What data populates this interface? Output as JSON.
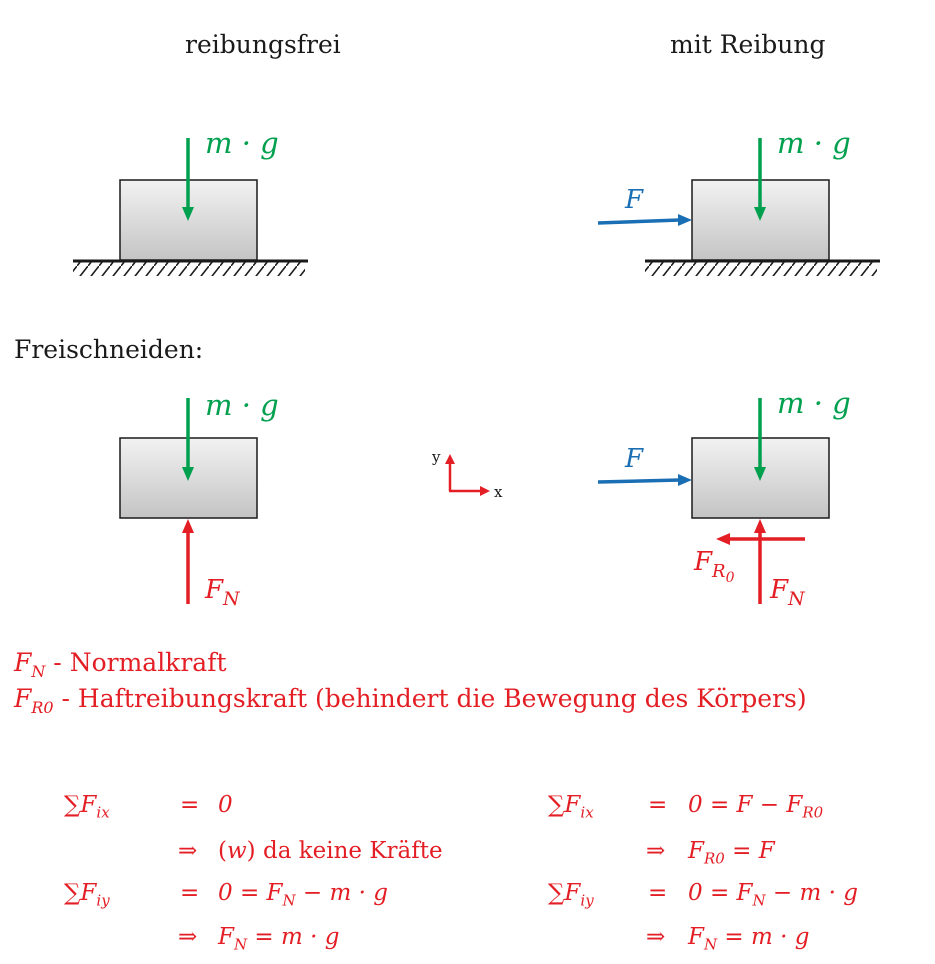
{
  "headings": {
    "left": "reibungsfrei",
    "right": "mit Reibung",
    "freischneiden": "Freischneiden:"
  },
  "labels": {
    "mg": "m · g",
    "F": "F",
    "FN_main": "F",
    "FN_sub": "N",
    "FR_main": "F",
    "FR_sub": "R",
    "FR_subsub": "0",
    "axis_x": "x",
    "axis_y": "y"
  },
  "legend": {
    "fn_sym": "F",
    "fn_sub": "N",
    "fn_text": " - Normalkraft",
    "fr_sym": "F",
    "fr_sub": "R0",
    "fr_text": " - Haftreibungskraft (behindert die Bewegung des Körpers)"
  },
  "equations": {
    "left": {
      "sum_x": "∑F",
      "sub_x": "ix",
      "eq1": "=",
      "rhs1": "0",
      "implies": "⇒",
      "note_w": "(w)",
      "note_text": " da keine Kräfte",
      "sum_y": "∑F",
      "sub_y": "iy",
      "eq2": "=",
      "rhs2": "0 = F",
      "rhs2_sub": "N",
      "rhs2_tail": " − m · g",
      "res_F": "F",
      "res_sub": "N",
      "res_tail": " = m · g"
    },
    "right": {
      "sum_x": "∑F",
      "sub_x": "ix",
      "eq1": "=",
      "rhs1": "0 = F − F",
      "rhs1_sub": "R0",
      "implies": "⇒",
      "res1_F": "F",
      "res1_sub": "R0",
      "res1_tail": " = F",
      "sum_y": "∑F",
      "sub_y": "iy",
      "eq2": "=",
      "rhs2": "0 = F",
      "rhs2_sub": "N",
      "rhs2_tail": " − m · g",
      "res2_F": "F",
      "res2_sub": "N",
      "res2_tail": " = m · g"
    }
  },
  "colors": {
    "green": "#00a04f",
    "blue": "#1a6fb4",
    "red": "#e31e24",
    "block_top": "#f2f2f2",
    "block_bottom": "#c4c4c4"
  }
}
